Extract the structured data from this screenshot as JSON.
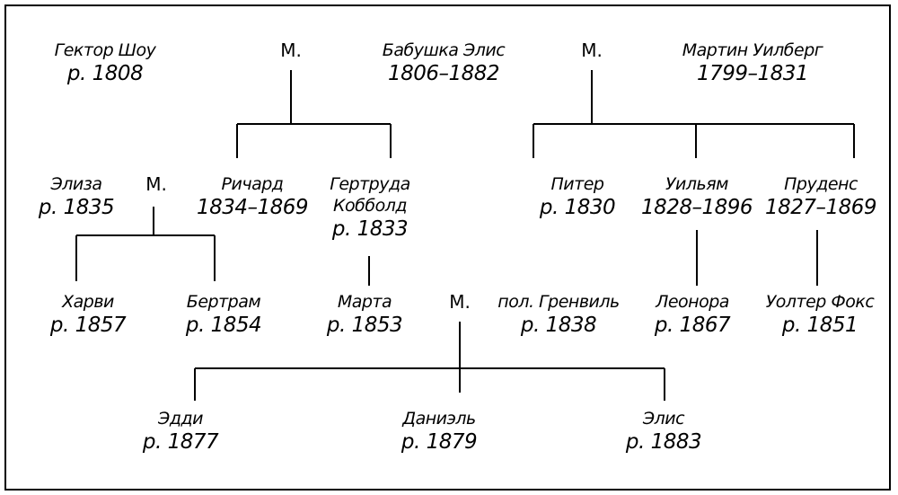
{
  "marriage_label": "М.",
  "people": {
    "hector": {
      "name": "Гектор Шоу",
      "dates": "р. 1808"
    },
    "grandma_alice": {
      "name": "Бабушка Элис",
      "dates": "1806–1882"
    },
    "martin": {
      "name": "Мартин Уилберг",
      "dates": "1799–1831"
    },
    "eliza": {
      "name": "Элиза",
      "dates": "р. 1835"
    },
    "richard": {
      "name": "Ричард",
      "dates": "1834–1869"
    },
    "gertrude": {
      "name": "Гертруда",
      "name2": "Кобболд",
      "dates": "р. 1833"
    },
    "peter": {
      "name": "Питер",
      "dates": "р. 1830"
    },
    "william": {
      "name": "Уильям",
      "dates": "1828–1896"
    },
    "prudence": {
      "name": "Пруденс",
      "dates": "1827–1869"
    },
    "harvey": {
      "name": "Харви",
      "dates": "р. 1857"
    },
    "bertram": {
      "name": "Бертрам",
      "dates": "р. 1854"
    },
    "martha": {
      "name": "Марта",
      "dates": "р. 1853"
    },
    "col_grenville": {
      "name": "пол. Гренвиль",
      "dates": "р. 1838"
    },
    "leonora": {
      "name": "Леонора",
      "dates": "р. 1867"
    },
    "walter_fox": {
      "name": "Уолтер Фокс",
      "dates": "р. 1851"
    },
    "eddie": {
      "name": "Эдди",
      "dates": "р. 1877"
    },
    "daniel": {
      "name": "Даниэль",
      "dates": "р. 1879"
    },
    "alice": {
      "name": "Элис",
      "dates": "р. 1883"
    }
  }
}
